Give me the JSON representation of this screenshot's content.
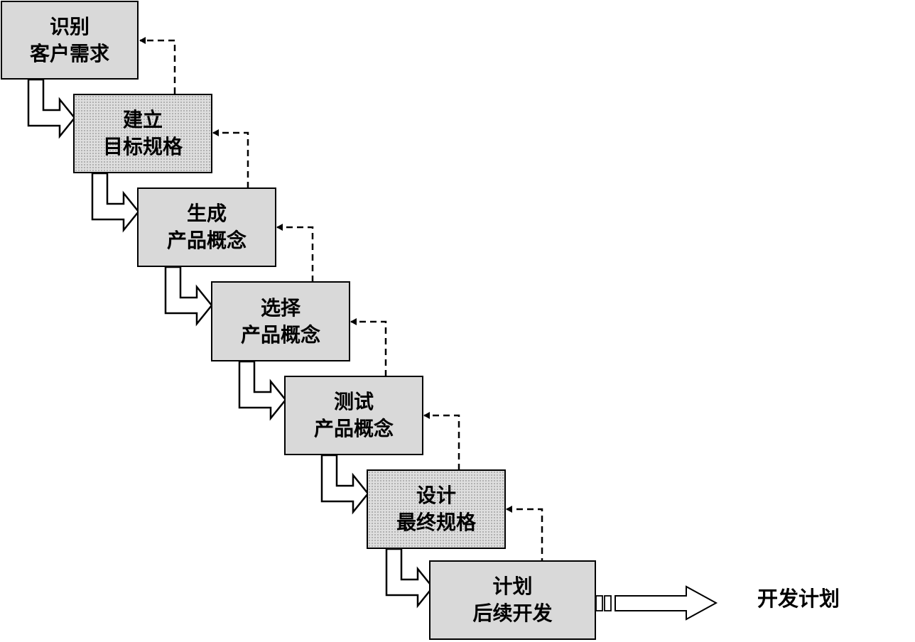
{
  "steps": [
    {
      "line1": "识别",
      "line2": "客户需求"
    },
    {
      "line1": "建立",
      "line2": "目标规格"
    },
    {
      "line1": "生成",
      "line2": "产品概念"
    },
    {
      "line1": "选择",
      "line2": "产品概念"
    },
    {
      "line1": "测试",
      "line2": "产品概念"
    },
    {
      "line1": "设计",
      "line2": "最终规格"
    },
    {
      "line1": "计划",
      "line2": "后续开发"
    }
  ],
  "output_label": "开发计划"
}
